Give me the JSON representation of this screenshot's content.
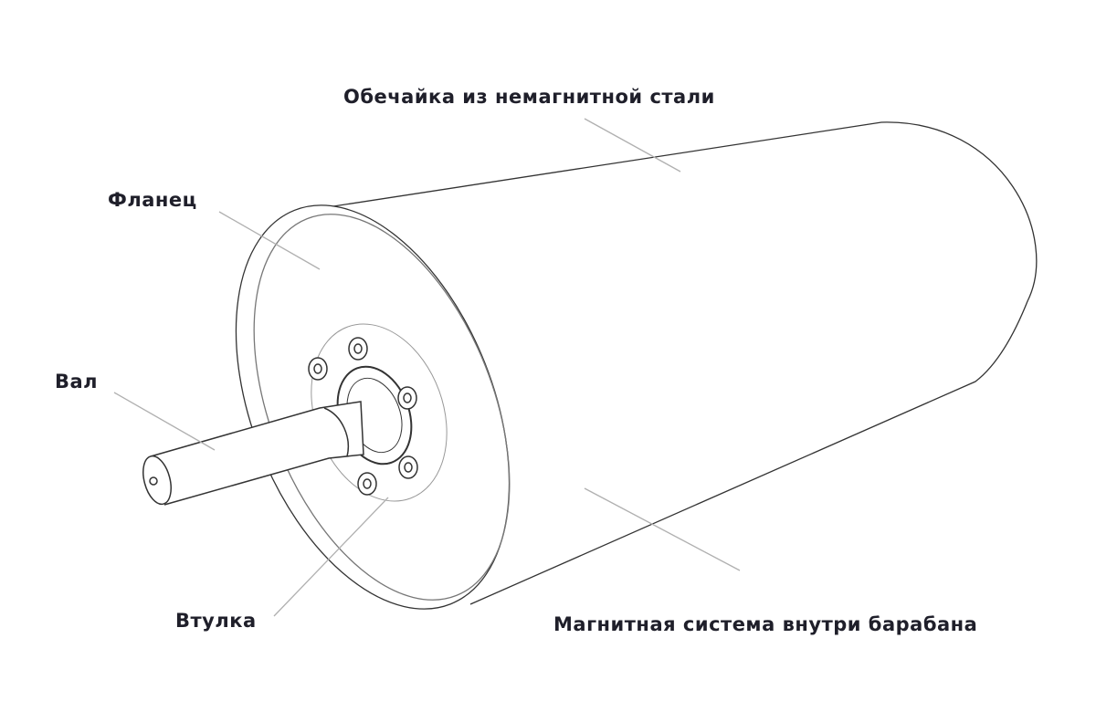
{
  "labels": {
    "shell": "Обечайка из немагнитной стали",
    "flange": "Фланец",
    "shaft": "Вал",
    "bushing": "Втулка",
    "magnet_system": "Магнитная система внутри барабана"
  },
  "colors": {
    "text": "#1f1f2a",
    "leader": "#b0b0b0",
    "outline": "#333333"
  }
}
